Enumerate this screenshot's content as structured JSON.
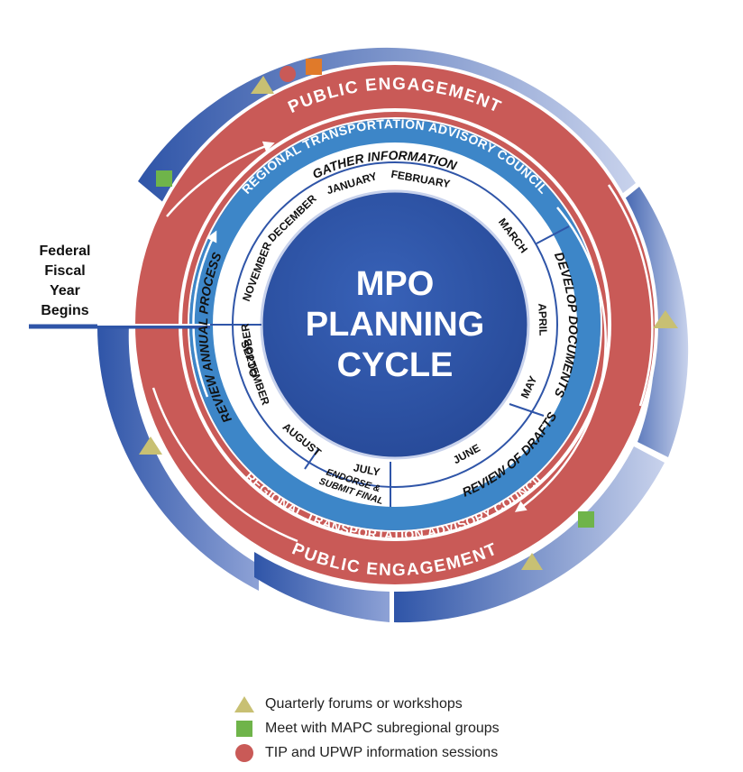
{
  "center": {
    "line1": "MPO",
    "line2": "PLANNING",
    "line3": "CYCLE"
  },
  "rings": {
    "public_engagement": "PUBLIC ENGAGEMENT",
    "advisory_council": "REGIONAL TRANSPORTATION ADVISORY COUNCIL"
  },
  "phases": {
    "gather": "GATHER INFORMATION",
    "develop": "DEVELOP DOCUMENTS",
    "review_drafts": "REVIEW OF DRAFTS",
    "endorse_line1": "ENDORSE &",
    "endorse_line2": "SUBMIT FINAL",
    "review_annual": "REVIEW ANNUAL PROCESS"
  },
  "months": [
    "OCTOBER",
    "NOVEMBER",
    "DECEMBER",
    "JANUARY",
    "FEBRUARY",
    "MARCH",
    "APRIL",
    "MAY",
    "JUNE",
    "JULY",
    "AUGUST",
    "SEPTEMBER"
  ],
  "side_label": "Federal\nFiscal\nYear\nBegins",
  "legend": [
    {
      "symbol": "triangle",
      "label": "Quarterly forums or workshops",
      "color": "#c8c073"
    },
    {
      "symbol": "square",
      "label": "Meet with MAPC subregional groups",
      "color": "#6fb44a"
    },
    {
      "symbol": "circle",
      "label": "TIP and UPWP information sessions",
      "color": "#c95a57"
    }
  ],
  "colors": {
    "outer_blue": "#2f55a8",
    "red_ring": "#c95a57",
    "council_blue": "#3d86c8",
    "center_blue": "#2f55a8",
    "triangle": "#c8c073",
    "square": "#6fb44a",
    "orange_square": "#e07a2a"
  }
}
